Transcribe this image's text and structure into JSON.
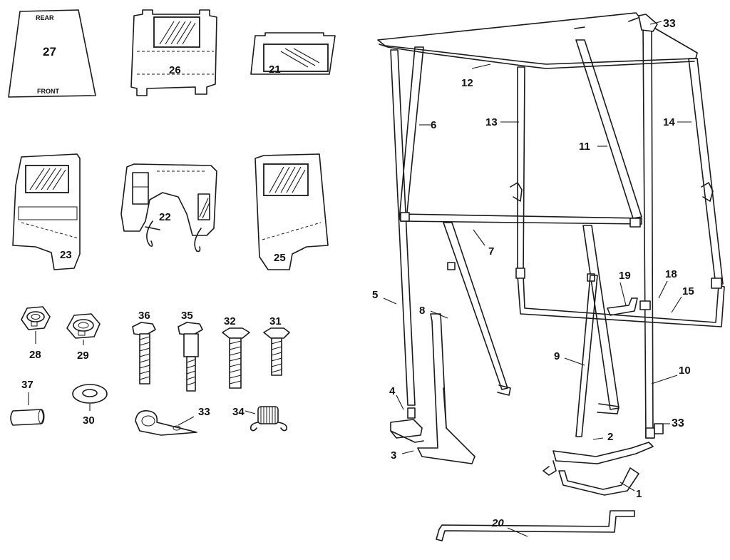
{
  "diagram": {
    "panel_27": {
      "number": "27",
      "top_text": "REAR",
      "bottom_text": "FRONT"
    },
    "callouts": {
      "p1": "1",
      "p2": "2",
      "p3": "3",
      "p4": "4",
      "p5": "5",
      "p6": "6",
      "p7": "7",
      "p8": "8",
      "p9": "9",
      "p10": "10",
      "p11": "11",
      "p12": "12",
      "p13": "13",
      "p14": "14",
      "p15": "15",
      "p18": "18",
      "p19": "19",
      "p20": "20",
      "p21": "21",
      "p22": "22",
      "p23": "23",
      "p25": "25",
      "p26": "26",
      "p28": "28",
      "p29": "29",
      "p30": "30",
      "p31": "31",
      "p32": "32",
      "p33": "33",
      "p34": "34",
      "p35": "35",
      "p36": "36",
      "p37": "37"
    }
  }
}
